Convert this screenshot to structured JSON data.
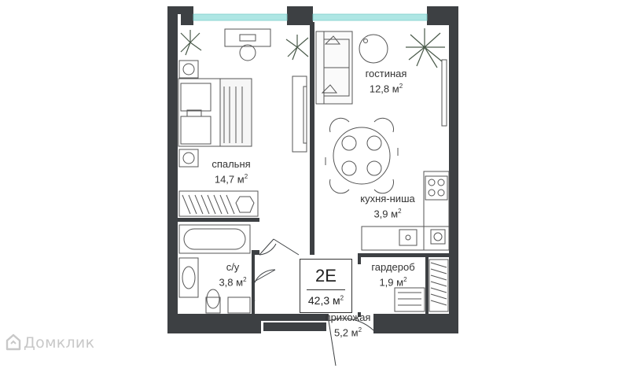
{
  "apartment": {
    "code": "2E",
    "total_area": "42,3 м",
    "area_unit_sup": "2"
  },
  "rooms": {
    "living": {
      "name": "гостиная",
      "area": "12,8 м",
      "sup": "2"
    },
    "bedroom": {
      "name": "спальня",
      "area": "14,7 м",
      "sup": "2"
    },
    "kitchen": {
      "name": "кухня-ниша",
      "area": "3,9 м",
      "sup": "2"
    },
    "wardrobe": {
      "name": "гардероб",
      "area": "1,9 м",
      "sup": "2"
    },
    "bathroom": {
      "name": "с/у",
      "area": "3,8 м",
      "sup": "2"
    },
    "hallway": {
      "name": "прихожая",
      "area": "5,2 м",
      "sup": "2"
    }
  },
  "watermark": {
    "text": "Домклик",
    "icon": "domclick-logo-icon"
  },
  "colors": {
    "wall": "#3d4043",
    "window": "#aee6e4",
    "furniture": "#555555",
    "plant": "#4a5a4a"
  }
}
